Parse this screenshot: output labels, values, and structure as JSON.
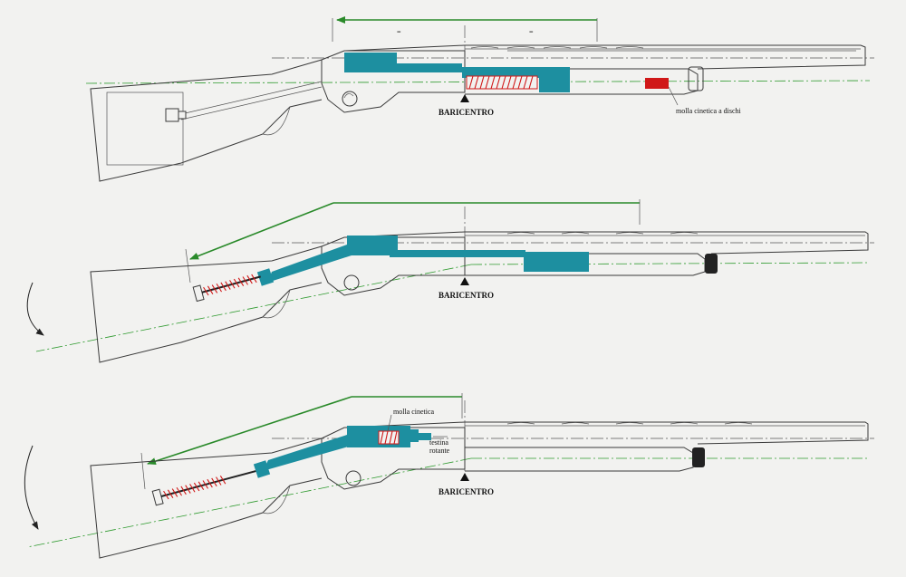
{
  "colors": {
    "part": "#1d8fa0",
    "spring": "#d01818",
    "arrow": "#2a8a2a",
    "line": "#3a3a3a"
  },
  "panel1": {
    "equal_left": "=",
    "equal_right": "=",
    "barycenter_label": "BARICENTRO",
    "disc_spring_label": "molla cinetica a dischi"
  },
  "panel2": {
    "barycenter_label": "BARICENTRO"
  },
  "panel3": {
    "barycenter_label": "BARICENTRO",
    "spring_label": "molla cinetica",
    "head_label_line1": "testina",
    "head_label_line2": "rotante"
  }
}
